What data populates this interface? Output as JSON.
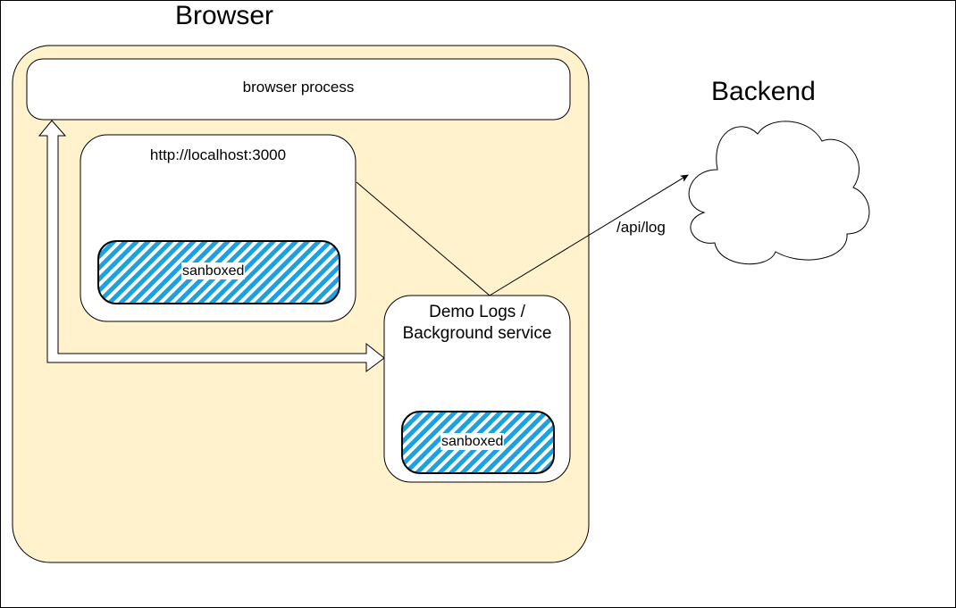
{
  "diagram": {
    "browser_title": "Browser",
    "backend_title": "Backend",
    "browser_process": "browser process",
    "localhost_box": "http://localhost:3000",
    "demo_logs_box": "Demo Logs / Background service",
    "sandbox_1": "sanboxed",
    "sandbox_2": "sanboxed",
    "edge_label": "/api/log"
  },
  "colors": {
    "browser_fill": "#fff2cc",
    "hatch": "#1ba1e2",
    "stroke": "#000000"
  }
}
